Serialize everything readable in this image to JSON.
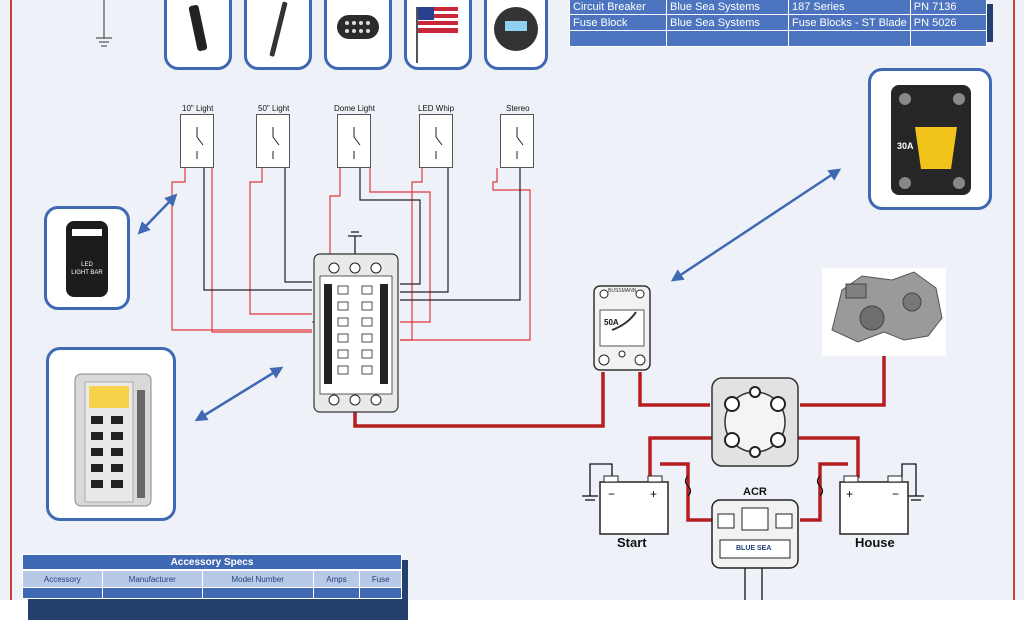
{
  "bom_rows": [
    {
      "item": "Circuit Breaker",
      "manufacturer": "Blue Sea Systems",
      "model": "187 Series",
      "part": "PN 7136"
    },
    {
      "item": "Fuse Block",
      "manufacturer": "Blue Sea Systems",
      "model": "Fuse Blocks - ST Blade",
      "part": "PN 5026"
    },
    {
      "item": "",
      "manufacturer": "",
      "model": "",
      "part": ""
    }
  ],
  "switches": [
    {
      "label": "10\" Light"
    },
    {
      "label": "50\" Light"
    },
    {
      "label": "Dome Light"
    },
    {
      "label": "LED Whip"
    },
    {
      "label": "Stereo"
    }
  ],
  "rocker_switch": {
    "line1": "LED",
    "line2": "LIGHT BAR"
  },
  "breaker": {
    "rating": "50A",
    "brand": "BUSSMANN"
  },
  "breaker_photo": {
    "rating": "30A"
  },
  "batteries": {
    "start": "Start",
    "house": "House"
  },
  "acr": {
    "label": "ACR",
    "brand": "BLUE SEA"
  },
  "accessory_specs": {
    "title": "Accessory Specs",
    "columns": [
      "Accessory",
      "Manufacturer",
      "Model Number",
      "Amps",
      "Fuse"
    ]
  },
  "colors": {
    "accent": "#3f69b3",
    "wire_red": "#e23a3a",
    "wire_dark_red": "#b41e1e",
    "wire_black": "#222222",
    "table_blue": "#4d74bf"
  }
}
